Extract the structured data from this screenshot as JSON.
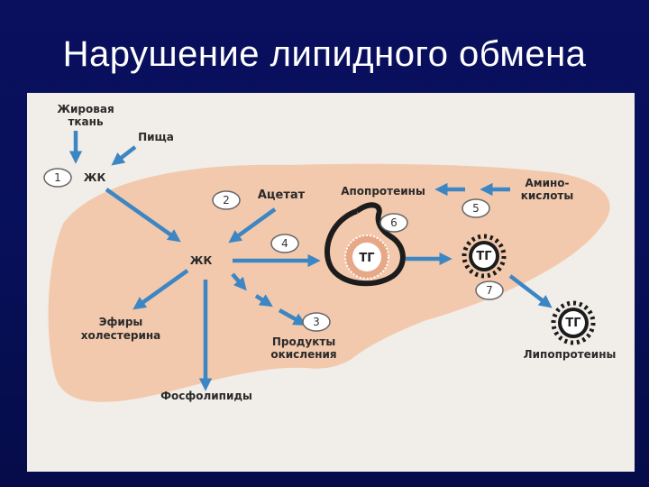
{
  "slide": {
    "title": "Нарушение липидного обмена"
  },
  "diagram": {
    "labels": {
      "adipose_l1": "Жировая",
      "adipose_l2": "ткань",
      "food": "Пища",
      "fa_top": "ЖК",
      "acetate": "Ацетат",
      "apoproteins": "Апопротеины",
      "aminoacids_l1": "Амино-",
      "aminoacids_l2": "кислоты",
      "fa_center": "ЖК",
      "cholesterol_esters_l1": "Эфиры",
      "cholesterol_esters_l2": "холестерина",
      "oxidation_l1": "Продукты",
      "oxidation_l2": "окисления",
      "phospholipids": "Фосфолипиды",
      "lipoproteins": "Липопротеины",
      "tg": "ТГ"
    },
    "steps": [
      "1",
      "2",
      "3",
      "4",
      "5",
      "6",
      "7"
    ],
    "colors": {
      "liver": "#f3c9ad",
      "arrow": "#3c86c4",
      "panel": "#f1ede8",
      "title": "#ffffff"
    }
  }
}
